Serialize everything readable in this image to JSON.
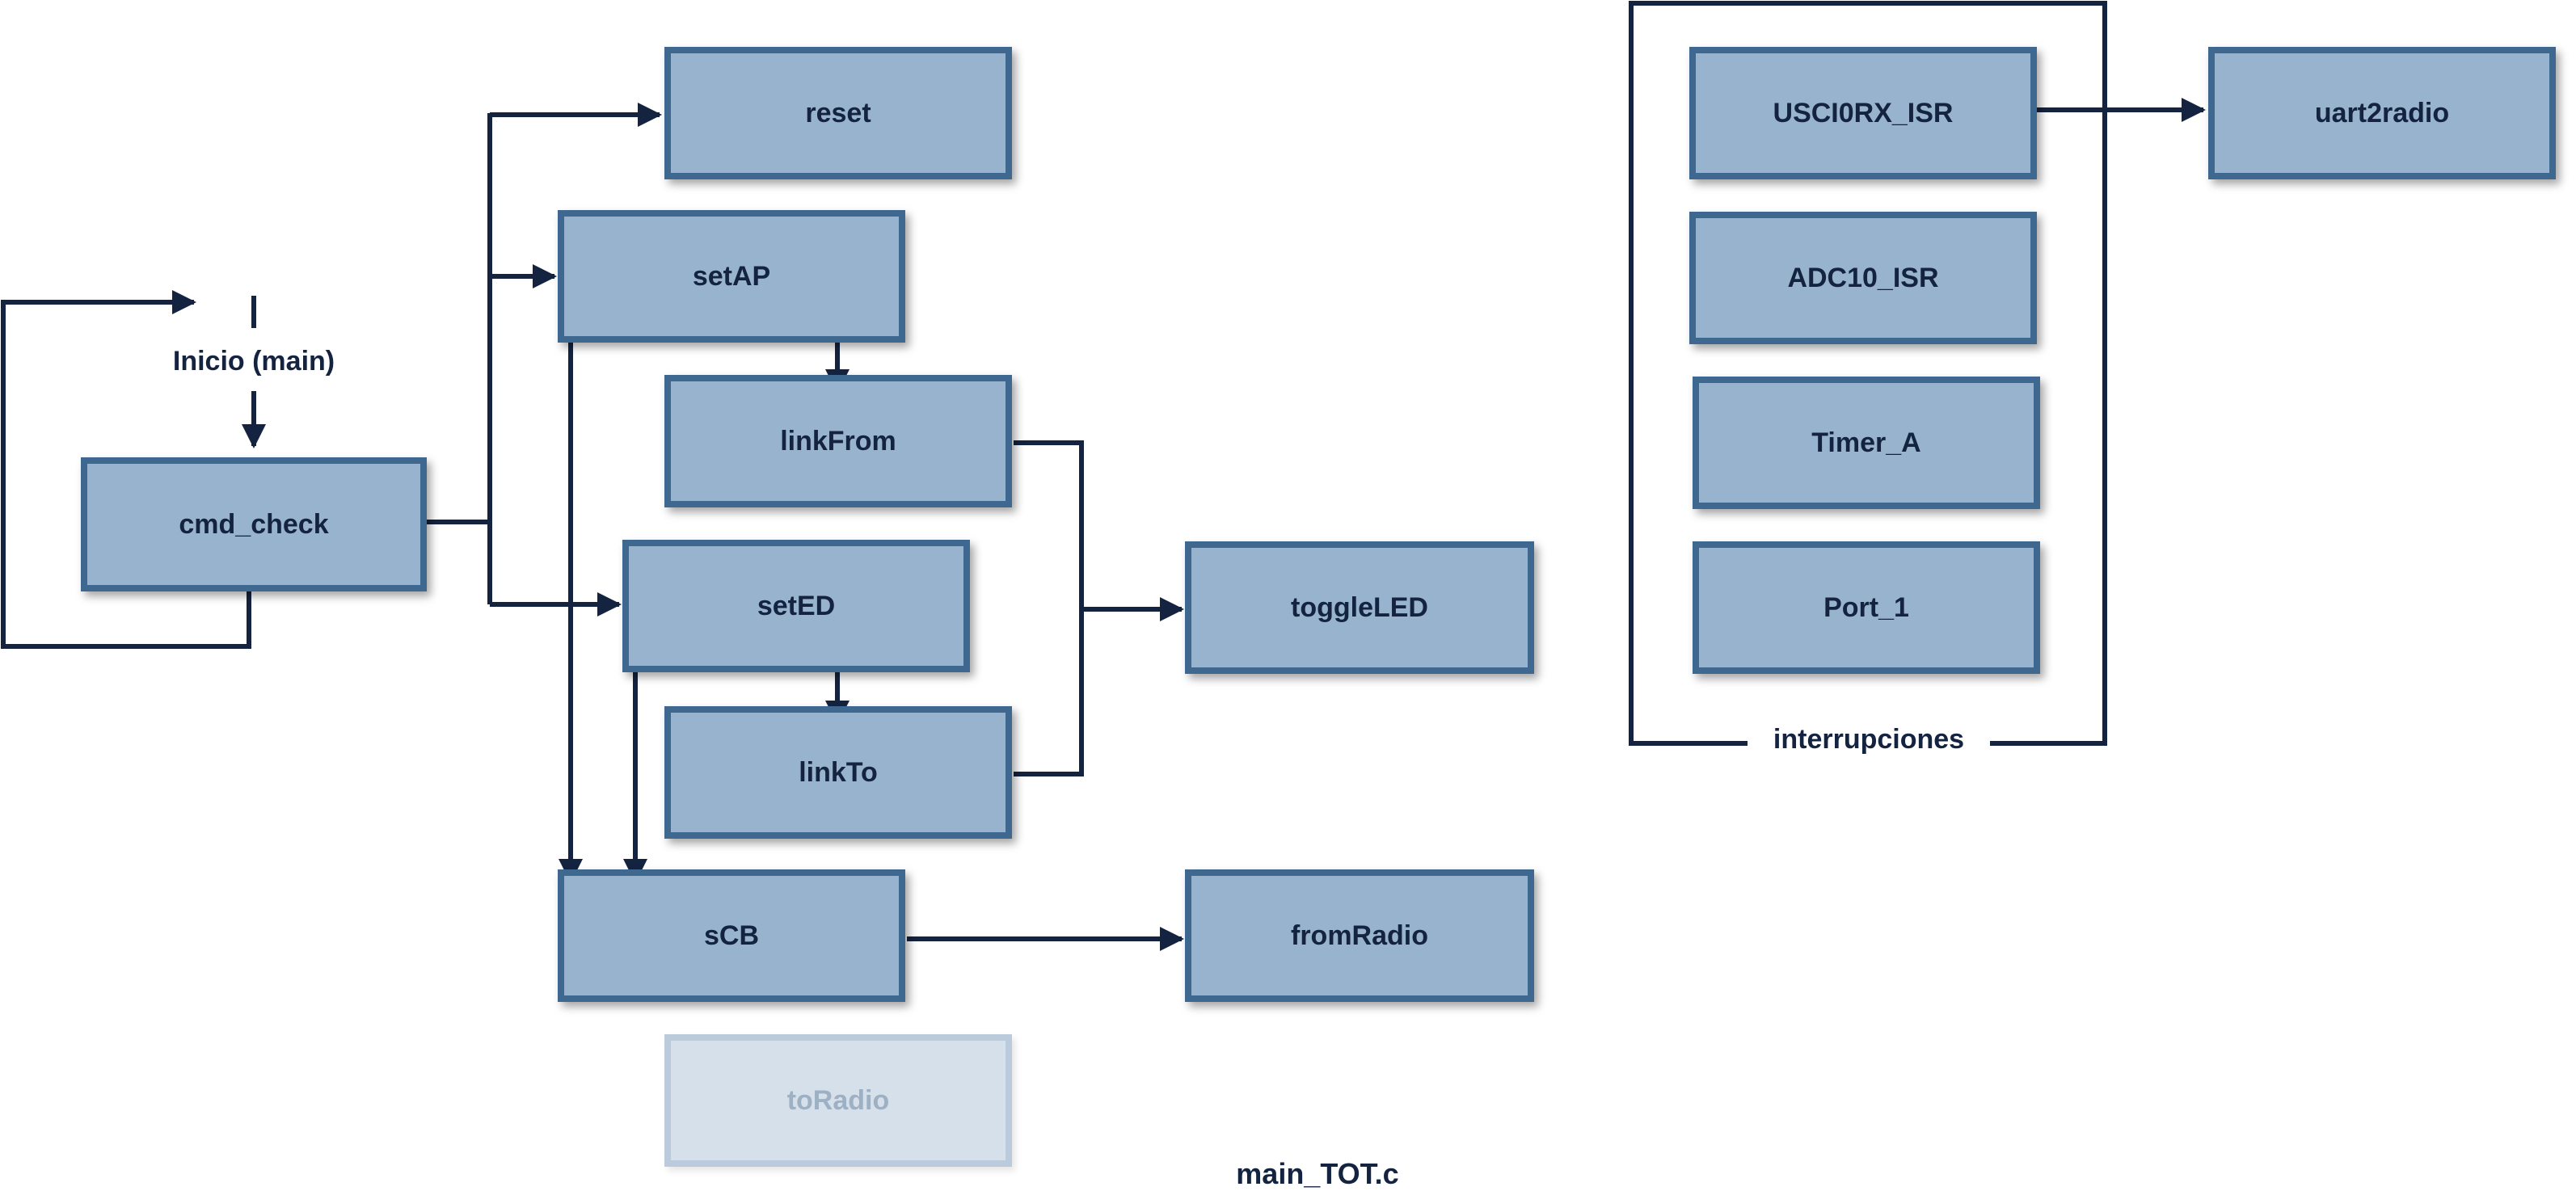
{
  "diagram": {
    "start_label": "Inicio (main)",
    "group_label": "interrupciones",
    "caption": "main_TOT.c",
    "nodes": {
      "cmd_check": "cmd_check",
      "reset": "reset",
      "setAP": "setAP",
      "linkFrom": "linkFrom",
      "setED": "setED",
      "linkTo": "linkTo",
      "sCB": "sCB",
      "toRadio": "toRadio",
      "toggleLED": "toggleLED",
      "fromRadio": "fromRadio",
      "USCI0RX_ISR": "USCI0RX_ISR",
      "ADC10_ISR": "ADC10_ISR",
      "Timer_A": "Timer_A",
      "Port_1": "Port_1",
      "uart2radio": "uart2radio"
    }
  },
  "colors": {
    "node_fill": "#98b3cd",
    "node_border": "#3f6890",
    "line": "#14233f",
    "faded_fill": "#d6e0eb",
    "faded_text": "#9eb0c3"
  }
}
